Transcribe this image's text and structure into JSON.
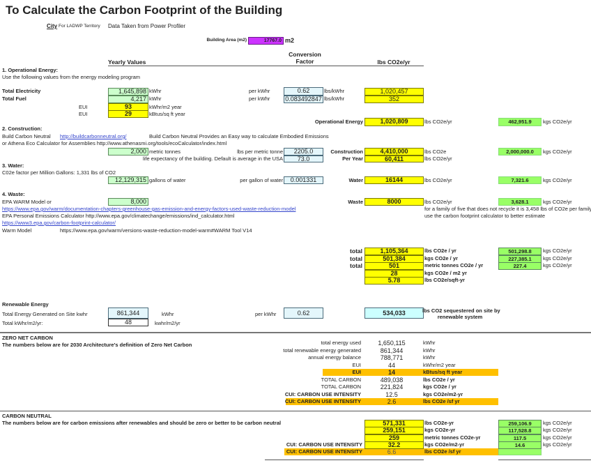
{
  "title": "To Calculate the Carbon Footprint of the Building",
  "header": {
    "city_label": "City",
    "city_value": "For LADWP Territory",
    "source": "Data Taken from Power Profiler",
    "area_label": "Building Area (m2)",
    "area_value": "17767.0",
    "area_unit": "m2"
  },
  "columns": {
    "yearly": "Yearly Values",
    "conversion": "Conversion",
    "factor": "Factor",
    "lbs": "lbs CO2e/yr"
  },
  "operational": {
    "heading": "1. Operational Energy:",
    "note": "Use the following values from the energy modeling program",
    "elec_label": "Total Electricity",
    "elec_value": "1,645,898",
    "elec_unit": "kWhr",
    "elec_per": "per kWhr",
    "elec_factor": "0.62",
    "elec_factor_unit": "lbs/kWhr",
    "elec_lbs": "1,020,457",
    "fuel_label": "Total Fuel",
    "fuel_value": "4,217",
    "fuel_unit": "kWhr",
    "fuel_per": "per kWhr",
    "fuel_factor": "0.083492847",
    "fuel_factor_unit": "lbs/kWhr",
    "fuel_lbs": "352",
    "eui_label": "EUI",
    "eui1": "93",
    "eui1_unit": "kWhr/m2 year",
    "eui2": "29",
    "eui2_unit": "kBtus/sq ft year",
    "total_label": "Operational Energy",
    "total_lbs": "1,020,809",
    "total_lbs_unit": "lbs CO2e/yr",
    "total_kgs": "462,951.9",
    "total_kgs_unit": "kgs CO2e/yr"
  },
  "construction": {
    "heading": "2. Construction:",
    "bcn": "Build Carbon Neutral",
    "bcn_link": "http://buildcarbonneutral.org/",
    "bcn_desc": "Build Carbon Neutral Provides an Easy way to calculate Embodied Emissions",
    "athena": "or Athena Eco Calculator for Assemblies http://www.athenasmi.org/tools/ecoCalculator/index.html",
    "tonnes": "2,000",
    "tonnes_unit": "metric tonnes",
    "per_tonne_label": "lbs per metric tonne",
    "per_tonne": "2205.0",
    "life_label": "life expectancy of the building. Default is average in the USA",
    "life": "73.0",
    "c_label": "Construction",
    "c_lbs": "4,410,000",
    "c_unit": "lbs CO2e",
    "c_kgs": "2,000,000.0",
    "c_kgs_unit": "kgs CO2e/yr",
    "py_label": "Per Year",
    "py_lbs": "60,411",
    "py_unit": "lbs CO2e/yr"
  },
  "water": {
    "heading": "3. Water:",
    "note": "C02e factor per Million Gallons: 1,331 lbs of CO2",
    "gallons": "12,129,315",
    "gallons_unit": "gallons of water",
    "per_label": "per gallon of water",
    "factor": "0.001331",
    "label": "Water",
    "lbs": "16144",
    "lbs_unit": "lbs CO2e/yr",
    "kgs": "7,321.6",
    "kgs_unit": "kgs CO2e/yr"
  },
  "waste": {
    "heading": "4. Waste:",
    "warm": "EPA WARM Model or",
    "value": "8,000",
    "warm_link": "https://www.epa.gov/warm/documentation-chapters-greenhouse-gas-emission-and-energy-factors-used-waste-reduction-model",
    "personal": "EPA Personal Emissions Calculator http://www.epa.gov/climatechange/emissions/ind_calculator.html",
    "calc_link": "https://www3.epa.gov/carbon-footprint-calculator/",
    "warm_model": "Warm Model",
    "warm_model_url": "https://www.epa.gov/warm/versions-waste-reduction-model-warm#WARM Tool V14",
    "label": "Waste",
    "lbs": "8000",
    "lbs_unit": "lbs CO2e/yr",
    "kgs": "3,628.1",
    "kgs_unit": "kgs CO2e/yr",
    "family_note": "for a family of five that does not recycle it is 3,458 lbs of CO2e per family",
    "estimate_note": "use the carbon footprint calculator to better estimate"
  },
  "totals": {
    "rows": [
      {
        "label": "total",
        "value": "1,105,364",
        "unit": "lbs CO2e / yr",
        "kgs": "501,298.8",
        "kgs_unit": "kgs CO2e/yr"
      },
      {
        "label": "total",
        "value": "501,384",
        "unit": "kgs CO2e / yr",
        "kgs": "227,385.1",
        "kgs_unit": "kgs CO2e/yr"
      },
      {
        "label": "total",
        "value": "501",
        "unit": "metric tonnes CO2e / yr",
        "kgs": "227.4",
        "kgs_unit": "kgs CO2e/yr"
      },
      {
        "value": "28",
        "unit": "kgs CO2e / m2 yr"
      },
      {
        "value": "5.78",
        "unit": "lbs CO2e/sqft-yr"
      }
    ]
  },
  "renewable": {
    "heading": "Renewable Energy",
    "gen_label": "Total Energy Generated on Site kwhr",
    "gen_value": "861,344",
    "gen_unit": "kWhr",
    "per_label": "per kWhr",
    "factor": "0.62",
    "sequestered": "534,033",
    "seq_note1": "lbs CO2 sequestered on site by",
    "seq_note2": "renewable system",
    "m2_label": "Total kWhr/m2/yr:",
    "m2_value": "48",
    "m2_unit": "kwhr/m2/yr"
  },
  "zero": {
    "heading": "ZERO NET CARBON",
    "note": "The numbers below are for 2030 Architecture's definition of Zero Net Carbon",
    "rows": [
      {
        "label": "total energy used",
        "value": "1,650,115",
        "unit": "kWhr"
      },
      {
        "label": "total renewable energy generated",
        "value": "861,344",
        "unit": "kWhr"
      },
      {
        "label": "annual energy balance",
        "value": "788,771",
        "unit": "kWhr"
      },
      {
        "label": "EUI",
        "value": "44",
        "unit": "kWhr/m2 year"
      },
      {
        "label": "EUI",
        "value": "14",
        "unit": "kBtus/sq ft year"
      },
      {
        "label": "TOTAL CARBON",
        "value": "489,038",
        "unit": "lbs CO2e / yr"
      },
      {
        "label": "TOTAL CARBON",
        "value": "221,824",
        "unit": "kgs CO2e / yr"
      },
      {
        "label": "CUI: CARBON USE INTENSITY",
        "value": "12.5",
        "unit": "kgs CO2e/m2-yr"
      },
      {
        "label": "CUI: CARBON USE INTENSITY",
        "value": "2.6",
        "unit": "lbs CO2e /sf  yr"
      }
    ]
  },
  "neutral": {
    "heading": "CARBON NEUTRAL",
    "note": "The numbers below are for carbon emissions after renewables and should be zero or better to be carbon neutral",
    "rows": [
      {
        "value": "571,331",
        "unit": "lbs CO2e-yr",
        "kgs": "259,106.9",
        "kgs_unit": "kgs CO2e/yr"
      },
      {
        "value": "259,151",
        "unit": "kgs CO2e-yr",
        "kgs": "117,528.8",
        "kgs_unit": "kgs CO2e/yr"
      },
      {
        "value": "259",
        "unit": "metric tonnes CO2e-yr",
        "kgs": "117.5",
        "kgs_unit": "kgs CO2e/yr"
      },
      {
        "label": "CUI: CARBON USE INTENSITY",
        "value": "32.2",
        "unit": "kgs CO2e/m2-yr",
        "kgs": "14.6",
        "kgs_unit": "kgs CO2e/yr"
      },
      {
        "label": "CUI: CARBON USE INTENSITY",
        "value": "6.6",
        "unit": "lbs CO2e /sf  yr"
      }
    ]
  },
  "colors": {
    "input": "#ccffcc",
    "output": "#ffff00",
    "factor": "#e4f6fb",
    "kgs": "#99ff66",
    "area": "#cc33ff",
    "highlight": "#ffc000"
  }
}
